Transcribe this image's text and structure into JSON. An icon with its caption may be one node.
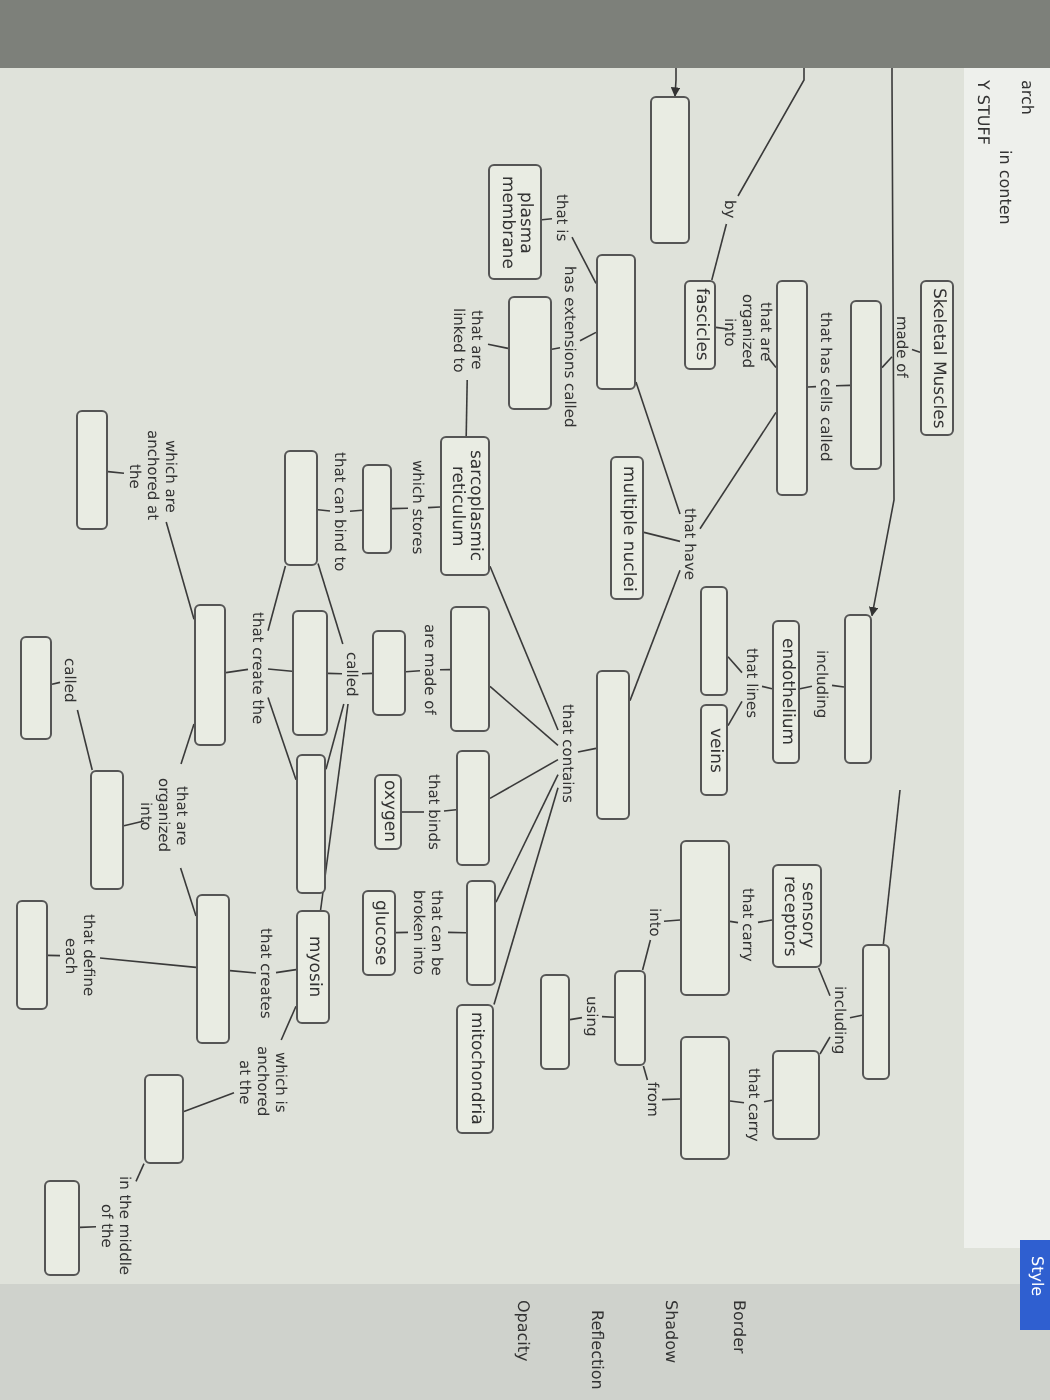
{
  "diagram": {
    "nodes": [
      {
        "text": [
          "Skeletal Muscles"
        ]
      },
      {
        "text": [
          "made of"
        ]
      },
      {
        "text": [],
        "shape": "box"
      },
      {
        "text": [
          "that has cells called"
        ]
      },
      {
        "text": [],
        "shape": "box"
      },
      {
        "text": [
          "that are organized into"
        ]
      },
      {
        "text": [
          "fascicles"
        ]
      },
      {
        "text": [
          "by"
        ]
      },
      {
        "text": [
          "that have"
        ]
      },
      {
        "text": [
          "multiple nuclei"
        ]
      },
      {
        "text": [],
        "shape": "box"
      },
      {
        "text": [
          "that is"
        ]
      },
      {
        "text": [
          "plasma membrane"
        ]
      },
      {
        "text": [
          "has extensions called"
        ]
      },
      {
        "text": [],
        "shape": "box"
      },
      {
        "text": [
          "that are linked to"
        ]
      },
      {
        "text": [],
        "shape": "box"
      },
      {
        "text": [
          "that contains"
        ]
      },
      {
        "text": [
          "sarcoplasmic reticulum"
        ]
      },
      {
        "text": [
          "which stores"
        ]
      },
      {
        "text": [],
        "shape": "box"
      },
      {
        "text": [
          "that can bind to"
        ]
      },
      {
        "text": [],
        "shape": "box"
      },
      {
        "text": [],
        "shape": "box"
      },
      {
        "text": [
          "are made of"
        ]
      },
      {
        "text": [],
        "shape": "box"
      },
      {
        "text": [
          "called"
        ]
      },
      {
        "text": [],
        "shape": "box"
      },
      {
        "text": [],
        "shape": "box"
      },
      {
        "text": [
          "myosin"
        ]
      },
      {
        "text": [
          "that create the"
        ]
      },
      {
        "text": [],
        "shape": "box"
      },
      {
        "text": [],
        "shape": "box"
      },
      {
        "text": [
          "that binds"
        ]
      },
      {
        "text": [
          "oxygen"
        ]
      },
      {
        "text": [],
        "shape": "box"
      },
      {
        "text": [
          "that can be broken into"
        ]
      },
      {
        "text": [
          "glucose"
        ]
      },
      {
        "text": [
          "mitochondria"
        ]
      },
      {
        "text": [
          "that creates"
        ]
      },
      {
        "text": [],
        "shape": "box"
      },
      {
        "text": [
          "which is anchored at the"
        ]
      },
      {
        "text": [],
        "shape": "box"
      },
      {
        "text": [],
        "shape": "box"
      },
      {
        "text": [
          "including"
        ]
      },
      {
        "text": [
          "endothelium"
        ]
      },
      {
        "text": [
          "that lines"
        ]
      },
      {
        "text": [],
        "shape": "box"
      },
      {
        "text": [
          "veins"
        ]
      },
      {
        "text": [
          "sensory receptors"
        ]
      },
      {
        "text": [
          "that carry"
        ]
      },
      {
        "text": [],
        "shape": "box"
      },
      {
        "text": [
          "into"
        ]
      },
      {
        "text": [],
        "shape": "box"
      },
      {
        "text": [
          "using"
        ]
      },
      {
        "text": [],
        "shape": "box"
      },
      {
        "text": [
          "from"
        ]
      },
      {
        "text": [],
        "shape": "box"
      },
      {
        "text": [
          "that carry"
        ]
      },
      {
        "text": [],
        "shape": "box"
      },
      {
        "text": [
          "including"
        ]
      },
      {
        "text": [],
        "shape": "box"
      },
      {
        "text": [
          "which are anchored at the"
        ]
      },
      {
        "text": [],
        "shape": "box"
      },
      {
        "text": [
          "that are organized into"
        ]
      },
      {
        "text": [],
        "shape": "box"
      },
      {
        "text": [
          "called"
        ]
      },
      {
        "text": [],
        "shape": "box"
      },
      {
        "text": [
          "that define each"
        ]
      },
      {
        "text": [],
        "shape": "box"
      },
      {
        "text": [
          "in the middle of the"
        ]
      },
      {
        "text": [],
        "shape": "box"
      },
      {
        "text": [],
        "shape": "box"
      },
      {
        "text": [],
        "shape": "bar"
      }
    ],
    "edges": [
      {
        "from": 0,
        "to": 1,
        "arrow": "none"
      },
      {
        "from": 1,
        "to": 2,
        "arrow": "none"
      },
      {
        "from": 2,
        "to": 3,
        "arrow": "none"
      },
      {
        "from": 3,
        "to": 4,
        "arrow": "none"
      },
      {
        "from": 4,
        "to": 5,
        "arrow": "none"
      },
      {
        "from": 5,
        "to": 6,
        "arrow": "none"
      },
      {
        "from": 6,
        "to": 7,
        "arrow": "none"
      },
      {
        "from": 7,
        "to": 73,
        "arrow": "none"
      },
      {
        "from": 4,
        "to": 8,
        "arrow": "none"
      },
      {
        "from": 10,
        "to": 8,
        "arrow": "none"
      },
      {
        "from": 8,
        "to": 9,
        "arrow": "none"
      },
      {
        "from": 8,
        "to": 16,
        "arrow": "none"
      },
      {
        "from": 10,
        "to": 11,
        "arrow": "none"
      },
      {
        "from": 11,
        "to": 12,
        "arrow": "none"
      },
      {
        "from": 10,
        "to": 13,
        "arrow": "none"
      },
      {
        "from": 13,
        "to": 14,
        "arrow": "none"
      },
      {
        "from": 14,
        "to": 15,
        "arrow": "none"
      },
      {
        "from": 15,
        "to": 18,
        "arrow": "none"
      },
      {
        "from": 16,
        "to": 17,
        "arrow": "none"
      },
      {
        "from": 17,
        "to": 18,
        "arrow": "none"
      },
      {
        "from": 17,
        "to": 23,
        "arrow": "none"
      },
      {
        "from": 17,
        "to": 32,
        "arrow": "none"
      },
      {
        "from": 17,
        "to": 35,
        "arrow": "none"
      },
      {
        "from": 17,
        "to": 38,
        "arrow": "none"
      },
      {
        "from": 18,
        "to": 19,
        "arrow": "none"
      },
      {
        "from": 19,
        "to": 20,
        "arrow": "none"
      },
      {
        "from": 20,
        "to": 21,
        "arrow": "none"
      },
      {
        "from": 21,
        "to": 22,
        "arrow": "none"
      },
      {
        "from": 23,
        "to": 24,
        "arrow": "none"
      },
      {
        "from": 24,
        "to": 25,
        "arrow": "none"
      },
      {
        "from": 25,
        "to": 26,
        "arrow": "none"
      },
      {
        "from": 26,
        "to": 22,
        "arrow": "none"
      },
      {
        "from": 26,
        "to": 27,
        "arrow": "none"
      },
      {
        "from": 26,
        "to": 28,
        "arrow": "none"
      },
      {
        "from": 26,
        "to": 29,
        "arrow": "none"
      },
      {
        "from": 22,
        "to": 30,
        "arrow": "none"
      },
      {
        "from": 27,
        "to": 30,
        "arrow": "none"
      },
      {
        "from": 28,
        "to": 30,
        "arrow": "none"
      },
      {
        "from": 30,
        "to": 31,
        "arrow": "none"
      },
      {
        "from": 32,
        "to": 33,
        "arrow": "none"
      },
      {
        "from": 33,
        "to": 34,
        "arrow": "none"
      },
      {
        "from": 35,
        "to": 36,
        "arrow": "none"
      },
      {
        "from": 36,
        "to": 37,
        "arrow": "none"
      },
      {
        "from": 29,
        "to": 39,
        "arrow": "none"
      },
      {
        "from": 39,
        "to": 40,
        "arrow": "none"
      },
      {
        "from": 29,
        "to": 41,
        "arrow": "none"
      },
      {
        "from": 41,
        "to": 42,
        "arrow": "none"
      },
      {
        "from": 73,
        "to": 43,
        "arrow": "to"
      },
      {
        "from": 43,
        "to": 44,
        "arrow": "none"
      },
      {
        "from": 44,
        "to": 45,
        "arrow": "none"
      },
      {
        "from": 45,
        "to": 46,
        "arrow": "none"
      },
      {
        "from": 46,
        "to": 47,
        "arrow": "none"
      },
      {
        "from": 46,
        "to": 48,
        "arrow": "none"
      },
      {
        "from": 49,
        "to": 50,
        "arrow": "none"
      },
      {
        "from": 50,
        "to": 51,
        "arrow": "none"
      },
      {
        "from": 51,
        "to": 52,
        "arrow": "none"
      },
      {
        "from": 52,
        "to": 53,
        "arrow": "none"
      },
      {
        "from": 53,
        "to": 54,
        "arrow": "none"
      },
      {
        "from": 54,
        "to": 55,
        "arrow": "none"
      },
      {
        "from": 53,
        "to": 56,
        "arrow": "none"
      },
      {
        "from": 56,
        "to": 57,
        "arrow": "none"
      },
      {
        "from": 59,
        "to": 58,
        "arrow": "none"
      },
      {
        "from": 58,
        "to": 57,
        "arrow": "none"
      },
      {
        "from": 61,
        "to": 60,
        "arrow": "none"
      },
      {
        "from": 60,
        "to": 49,
        "arrow": "none"
      },
      {
        "from": 60,
        "to": 59,
        "arrow": "none"
      },
      {
        "from": 61,
        "to": null,
        "arrow": "none"
      },
      {
        "from": 31,
        "to": 62,
        "arrow": "none"
      },
      {
        "from": 62,
        "to": 63,
        "arrow": "none"
      },
      {
        "from": 31,
        "to": 64,
        "arrow": "none"
      },
      {
        "from": 40,
        "to": 64,
        "arrow": "none"
      },
      {
        "from": 64,
        "to": 65,
        "arrow": "none"
      },
      {
        "from": 65,
        "to": 66,
        "arrow": "none"
      },
      {
        "from": 66,
        "to": 67,
        "arrow": "none"
      },
      {
        "from": 40,
        "to": 68,
        "arrow": "none"
      },
      {
        "from": 68,
        "to": 69,
        "arrow": "none"
      },
      {
        "from": 42,
        "to": 70,
        "arrow": "none"
      },
      {
        "from": 70,
        "to": 71,
        "arrow": "none"
      },
      {
        "from": 73,
        "to": 72,
        "arrow": "to"
      }
    ],
    "labels": [
      "arch",
      "in conten",
      "Y STUFF",
      "Style",
      "Border",
      "Shadow",
      "Reflection",
      "Opacity"
    ]
  }
}
